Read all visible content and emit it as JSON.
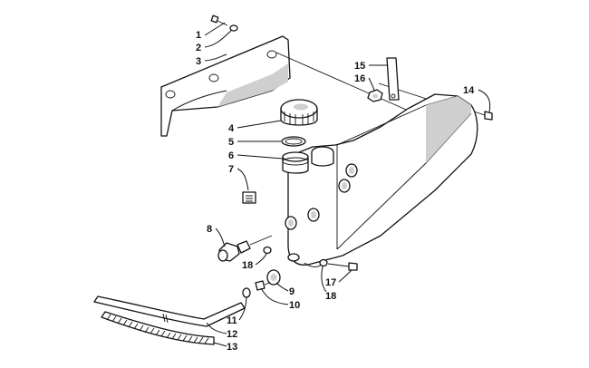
{
  "labels": {
    "p1": "1",
    "p2": "2",
    "p3": "3",
    "p4": "4",
    "p5": "5",
    "p6": "6",
    "p7": "7",
    "p8": "8",
    "p9": "9",
    "p10": "10",
    "p11": "11",
    "p12": "12",
    "p13": "13",
    "p14": "14",
    "p15": "15",
    "p16": "16",
    "p17": "17",
    "p18a": "18",
    "p18b": "18"
  }
}
